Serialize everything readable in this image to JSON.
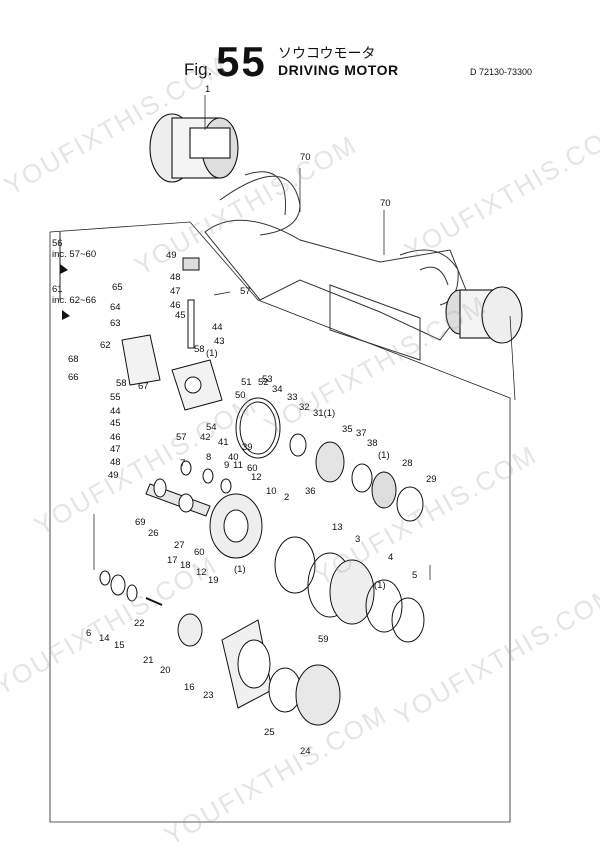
{
  "header": {
    "fig_label": "Fig.",
    "fig_number": "55",
    "title_jp": "ソウコウモータ",
    "title_en": "DRIVING MOTOR",
    "doc_code": "D 72130-73300"
  },
  "notes": [
    {
      "id": "56",
      "line1": "56",
      "line2": "inc. 57~60"
    },
    {
      "id": "61",
      "line1": "61",
      "line2": "inc. 62~66"
    }
  ],
  "callouts": [
    {
      "label": "1"
    },
    {
      "label": "70"
    },
    {
      "label": "70"
    },
    {
      "label": "49"
    },
    {
      "label": "48"
    },
    {
      "label": "47"
    },
    {
      "label": "46"
    },
    {
      "label": "45"
    },
    {
      "label": "57"
    },
    {
      "label": "65"
    },
    {
      "label": "64"
    },
    {
      "label": "63"
    },
    {
      "label": "44"
    },
    {
      "label": "43"
    },
    {
      "label": "(1)"
    },
    {
      "label": "62"
    },
    {
      "label": "58"
    },
    {
      "label": "68"
    },
    {
      "label": "66"
    },
    {
      "label": "58"
    },
    {
      "label": "67"
    },
    {
      "label": "51"
    },
    {
      "label": "52"
    },
    {
      "label": "53"
    },
    {
      "label": "34"
    },
    {
      "label": "33"
    },
    {
      "label": "32"
    },
    {
      "label": "31(1)"
    },
    {
      "label": "55"
    },
    {
      "label": "44"
    },
    {
      "label": "50"
    },
    {
      "label": "54"
    },
    {
      "label": "42"
    },
    {
      "label": "45"
    },
    {
      "label": "46"
    },
    {
      "label": "47"
    },
    {
      "label": "48"
    },
    {
      "label": "57"
    },
    {
      "label": "41"
    },
    {
      "label": "40"
    },
    {
      "label": "39"
    },
    {
      "label": "35"
    },
    {
      "label": "37"
    },
    {
      "label": "38"
    },
    {
      "label": "(1)"
    },
    {
      "label": "60"
    },
    {
      "label": "36"
    },
    {
      "label": "28"
    },
    {
      "label": "29"
    },
    {
      "label": "49"
    },
    {
      "label": "7"
    },
    {
      "label": "8"
    },
    {
      "label": "9"
    },
    {
      "label": "11"
    },
    {
      "label": "12"
    },
    {
      "label": "10"
    },
    {
      "label": "2"
    },
    {
      "label": "(1)"
    },
    {
      "label": "69"
    },
    {
      "label": "26"
    },
    {
      "label": "27"
    },
    {
      "label": "60"
    },
    {
      "label": "13"
    },
    {
      "label": "3"
    },
    {
      "label": "4"
    },
    {
      "label": "(1)"
    },
    {
      "label": "5"
    },
    {
      "label": "17"
    },
    {
      "label": "18"
    },
    {
      "label": "12"
    },
    {
      "label": "19"
    },
    {
      "label": "22"
    },
    {
      "label": "6"
    },
    {
      "label": "14"
    },
    {
      "label": "15"
    },
    {
      "label": "21"
    },
    {
      "label": "20"
    },
    {
      "label": "16"
    },
    {
      "label": "23"
    },
    {
      "label": "59"
    },
    {
      "label": "25"
    },
    {
      "label": "24"
    }
  ],
  "watermarks": [
    {
      "text": "YOUFIXTHIS.COM"
    },
    {
      "text": "YOUFIXTHIS.COM"
    },
    {
      "text": "YOUFIXTHIS.COM"
    },
    {
      "text": "YOUFIXTHIS.COM"
    },
    {
      "text": "YOUFIXTHIS.COM"
    },
    {
      "text": "YOUFIXTHIS.COM"
    },
    {
      "text": "YOUFIXTHIS.COM"
    },
    {
      "text": "YOUFIXTHIS.COM"
    },
    {
      "text": "YOUFIXTHIS.COM"
    }
  ]
}
